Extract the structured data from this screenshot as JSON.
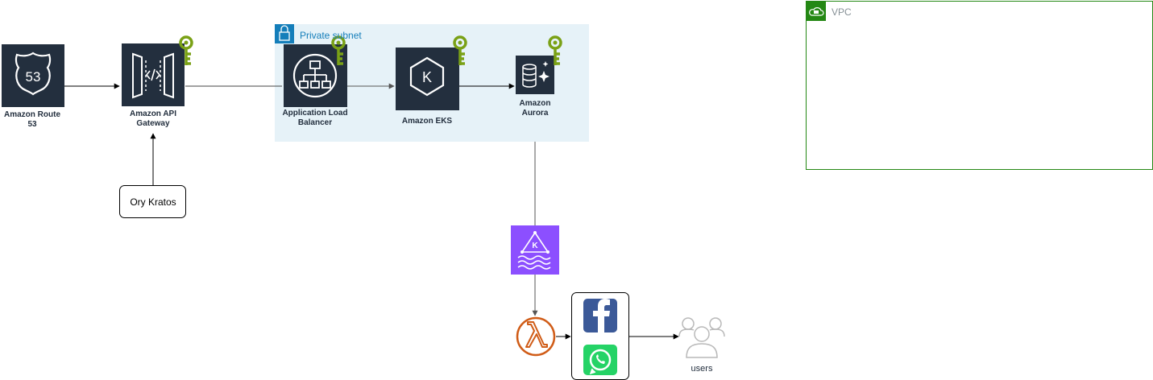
{
  "subnet": {
    "title": "Private subnet"
  },
  "vpc": {
    "title": "VPC"
  },
  "nodes": {
    "route53": {
      "label": "Amazon Route 53",
      "icon_text": "53"
    },
    "api_gateway": {
      "label": "Amazon API Gateway"
    },
    "alb": {
      "label": "Application Load Balancer"
    },
    "eks": {
      "label": "Amazon EKS",
      "icon_text": "K"
    },
    "aurora": {
      "label": "Amazon Aurora"
    },
    "ory_kratos": {
      "label": "Ory Kratos"
    },
    "msk": {
      "icon_text": "K"
    },
    "users": {
      "label": "users"
    }
  },
  "colors": {
    "aws_dark": "#232f3e",
    "subnet_fill": "#e6f2f8",
    "subnet_accent": "#147eba",
    "vpc_border": "#248814",
    "key_green": "#7aa116",
    "msk_purple": "#8c4fff",
    "lambda_orange": "#d05c17",
    "facebook_blue": "#3b5998",
    "whatsapp_green": "#25d366",
    "users_gray": "#b9b9b9"
  },
  "icons": [
    "route53-icon",
    "api-gateway-icon",
    "load-balancer-icon",
    "eks-icon",
    "aurora-icon",
    "key-icon",
    "msk-icon",
    "lambda-icon",
    "facebook-icon",
    "whatsapp-icon",
    "users-icon",
    "lock-icon",
    "cloud-lock-icon"
  ]
}
